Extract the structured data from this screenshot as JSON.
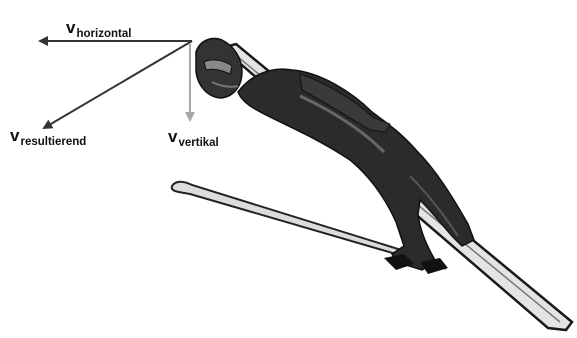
{
  "labels": {
    "horizontal": {
      "symbol": "v",
      "subscript": "horizontal"
    },
    "resultant": {
      "symbol": "v",
      "subscript": "resultierend"
    },
    "vertical": {
      "symbol": "v",
      "subscript": "vertikal"
    }
  },
  "colors": {
    "vector_dark": "#333333",
    "vector_light": "#a8a8a8",
    "suit": "#2b2b2b",
    "ski": "#d9d9d9",
    "ski_edge": "#1a1a1a"
  }
}
